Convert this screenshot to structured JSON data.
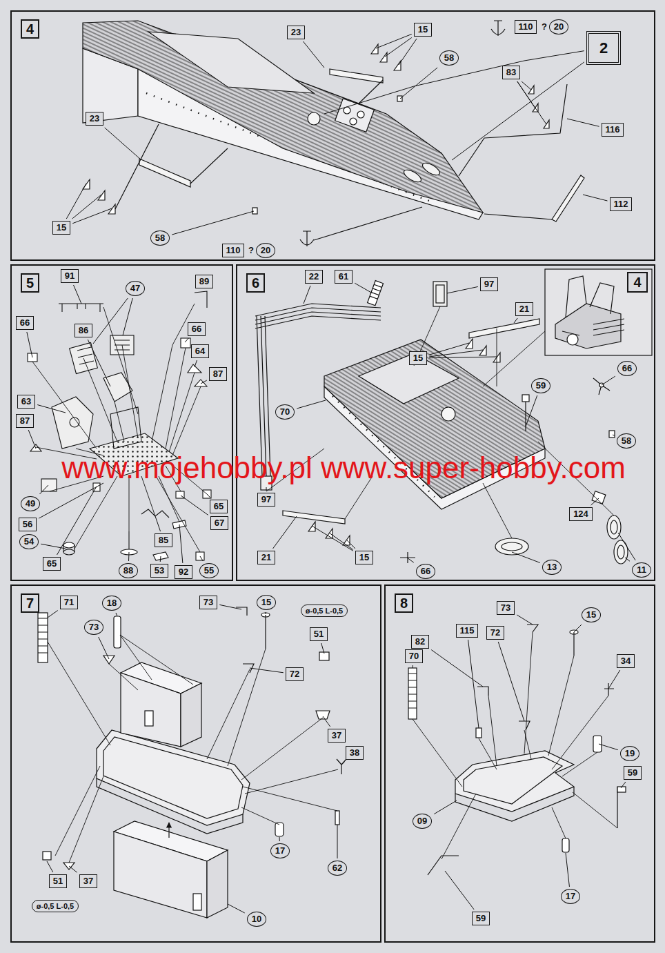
{
  "diagram": {
    "nodes": [
      {
        "text": [
          "4"
        ]
      },
      {
        "text": [
          "23"
        ],
        "in": 0
      },
      {
        "text": [
          "15"
        ],
        "in": 0
      },
      {
        "text": [
          "58"
        ],
        "in": 0
      },
      {
        "text": [
          "110"
        ],
        "in": 0
      },
      {
        "text": [
          "20"
        ],
        "in": 0
      },
      {
        "text": [
          "2"
        ],
        "in": 0
      },
      {
        "text": [
          "83"
        ],
        "in": 0
      },
      {
        "text": [
          "116"
        ],
        "in": 0
      },
      {
        "text": [
          "112"
        ],
        "in": 0
      },
      {
        "text": [
          "23"
        ],
        "in": 0
      },
      {
        "text": [
          "15"
        ],
        "in": 0
      },
      {
        "text": [
          "58"
        ],
        "in": 0
      },
      {
        "text": [
          "110"
        ],
        "in": 0
      },
      {
        "text": [
          "20"
        ],
        "in": 0
      },
      {
        "text": [
          "5"
        ]
      },
      {
        "text": [
          "91"
        ],
        "in": 15
      },
      {
        "text": [
          "47"
        ],
        "in": 15
      },
      {
        "text": [
          "89"
        ],
        "in": 15
      },
      {
        "text": [
          "86"
        ],
        "in": 15
      },
      {
        "text": [
          "66"
        ],
        "in": 15
      },
      {
        "text": [
          "66"
        ],
        "in": 15
      },
      {
        "text": [
          "64"
        ],
        "in": 15
      },
      {
        "text": [
          "87"
        ],
        "in": 15
      },
      {
        "text": [
          "63"
        ],
        "in": 15
      },
      {
        "text": [
          "87"
        ],
        "in": 15
      },
      {
        "text": [
          "49"
        ],
        "in": 15
      },
      {
        "text": [
          "56"
        ],
        "in": 15
      },
      {
        "text": [
          "54"
        ],
        "in": 15
      },
      {
        "text": [
          "65"
        ],
        "in": 15
      },
      {
        "text": [
          "88"
        ],
        "in": 15
      },
      {
        "text": [
          "53"
        ],
        "in": 15
      },
      {
        "text": [
          "92"
        ],
        "in": 15
      },
      {
        "text": [
          "55"
        ],
        "in": 15
      },
      {
        "text": [
          "85"
        ],
        "in": 15
      },
      {
        "text": [
          "67"
        ],
        "in": 15
      },
      {
        "text": [
          "65"
        ],
        "in": 15
      },
      {
        "text": [
          "6"
        ]
      },
      {
        "text": [
          "22"
        ],
        "in": 37
      },
      {
        "text": [
          "61"
        ],
        "in": 37
      },
      {
        "text": [
          "97"
        ],
        "in": 37
      },
      {
        "text": [
          "21"
        ],
        "in": 37
      },
      {
        "text": [
          "4"
        ],
        "in": 37
      },
      {
        "text": [
          "15"
        ],
        "in": 37
      },
      {
        "text": [
          "59"
        ],
        "in": 37
      },
      {
        "text": [
          "66"
        ],
        "in": 37
      },
      {
        "text": [
          "70"
        ],
        "in": 37
      },
      {
        "text": [
          "58"
        ],
        "in": 37
      },
      {
        "text": [
          "97"
        ],
        "in": 37
      },
      {
        "text": [
          "21"
        ],
        "in": 37
      },
      {
        "text": [
          "15"
        ],
        "in": 37
      },
      {
        "text": [
          "66"
        ],
        "in": 37
      },
      {
        "text": [
          "124"
        ],
        "in": 37
      },
      {
        "text": [
          "13"
        ],
        "in": 37
      },
      {
        "text": [
          "11"
        ],
        "in": 37
      },
      {
        "text": [
          "7"
        ]
      },
      {
        "text": [
          "71"
        ],
        "in": 55
      },
      {
        "text": [
          "18"
        ],
        "in": 55
      },
      {
        "text": [
          "73"
        ],
        "in": 55
      },
      {
        "text": [
          "15"
        ],
        "in": 55
      },
      {
        "text": [
          "ø-0,5 L-0,5"
        ],
        "in": 55
      },
      {
        "text": [
          "73"
        ],
        "in": 55
      },
      {
        "text": [
          "51"
        ],
        "in": 55
      },
      {
        "text": [
          "72"
        ],
        "in": 55
      },
      {
        "text": [
          "37"
        ],
        "in": 55
      },
      {
        "text": [
          "38"
        ],
        "in": 55
      },
      {
        "text": [
          "17"
        ],
        "in": 55
      },
      {
        "text": [
          "62"
        ],
        "in": 55
      },
      {
        "text": [
          "10"
        ],
        "in": 55
      },
      {
        "text": [
          "51"
        ],
        "in": 55
      },
      {
        "text": [
          "37"
        ],
        "in": 55
      },
      {
        "text": [
          "ø-0,5 L-0,5"
        ],
        "in": 55
      },
      {
        "text": [
          "8"
        ]
      },
      {
        "text": [
          "73"
        ],
        "in": 72
      },
      {
        "text": [
          "15"
        ],
        "in": 72
      },
      {
        "text": [
          "115"
        ],
        "in": 72
      },
      {
        "text": [
          "72"
        ],
        "in": 72
      },
      {
        "text": [
          "82"
        ],
        "in": 72
      },
      {
        "text": [
          "70"
        ],
        "in": 72
      },
      {
        "text": [
          "34"
        ],
        "in": 72
      },
      {
        "text": [
          "19"
        ],
        "in": 72
      },
      {
        "text": [
          "59"
        ],
        "in": 72
      },
      {
        "text": [
          "09"
        ],
        "in": 72
      },
      {
        "text": [
          "17"
        ],
        "in": 72
      },
      {
        "text": [
          "59"
        ],
        "in": 72
      }
    ],
    "labels": [
      "?",
      "?",
      "www.mojehobby.pl www.super-hobby.com"
    ]
  }
}
